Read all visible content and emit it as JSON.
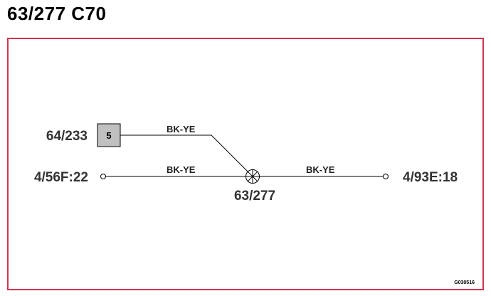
{
  "title": "63/277 C70",
  "colors": {
    "frame": "#d0344f",
    "wire": "#000000",
    "connector_fill": "#c0c0c0",
    "label": "#333333"
  },
  "connector": {
    "id": "64/233",
    "pin": "5"
  },
  "splice": {
    "id": "63/277",
    "icon": "splice-circle-x-icon"
  },
  "left_terminal": {
    "id": "4/56F:22",
    "icon": "open-terminal-circle-icon"
  },
  "right_terminal": {
    "id": "4/93E:18",
    "icon": "open-terminal-circle-icon"
  },
  "wires": [
    {
      "from": "64/233",
      "to": "63/277",
      "color_code": "BK-YE"
    },
    {
      "from": "4/56F:22",
      "to": "63/277",
      "color_code": "BK-YE"
    },
    {
      "from": "63/277",
      "to": "4/93E:18",
      "color_code": "BK-YE"
    }
  ],
  "figure_code": "G030516"
}
